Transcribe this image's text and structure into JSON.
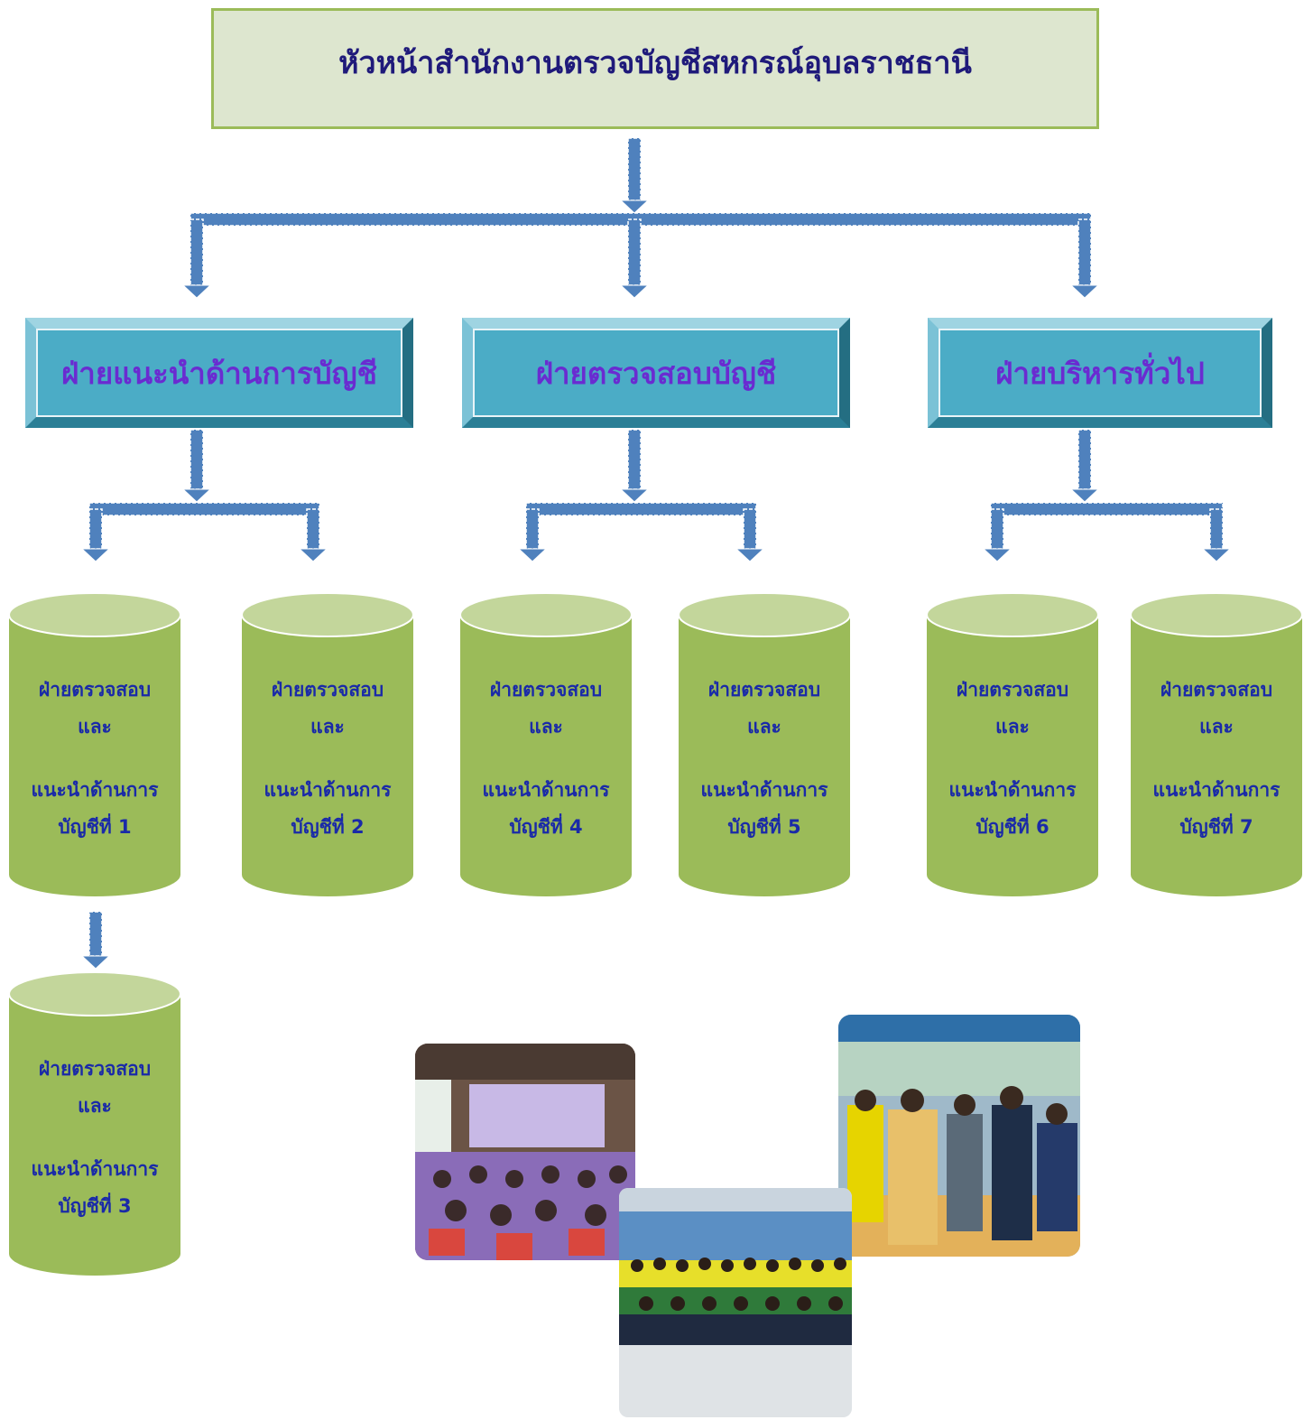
{
  "head": {
    "title": "หัวหน้าสำนักงานตรวจบัญชีสหกรณ์อุบลราชธานี"
  },
  "departments": [
    {
      "label": "ฝ่ายแนะนำด้านการบัญชี"
    },
    {
      "label": "ฝ่ายตรวจสอบบัญชี"
    },
    {
      "label": "ฝ่ายบริหารทั่วไป"
    }
  ],
  "units": [
    {
      "line1": "ฝ่ายตรวจสอบ",
      "line2": "และ",
      "line3": "แนะนำด้านการ",
      "line4": "บัญชีที่ 1"
    },
    {
      "line1": "ฝ่ายตรวจสอบ",
      "line2": "และ",
      "line3": "แนะนำด้านการ",
      "line4": "บัญชีที่ 2"
    },
    {
      "line1": "ฝ่ายตรวจสอบ",
      "line2": "และ",
      "line3": "แนะนำด้านการ",
      "line4": "บัญชีที่ 4"
    },
    {
      "line1": "ฝ่ายตรวจสอบ",
      "line2": "และ",
      "line3": "แนะนำด้านการ",
      "line4": "บัญชีที่ 5"
    },
    {
      "line1": "ฝ่ายตรวจสอบ",
      "line2": "และ",
      "line3": "แนะนำด้านการ",
      "line4": "บัญชีที่ 6"
    },
    {
      "line1": "ฝ่ายตรวจสอบ",
      "line2": "และ",
      "line3": "แนะนำด้านการ",
      "line4": "บัญชีที่ 7"
    },
    {
      "line1": "ฝ่ายตรวจสอบ",
      "line2": "และ",
      "line3": "แนะนำด้านการ",
      "line4": "บัญชีที่ 3"
    }
  ],
  "colors": {
    "head_fill": "#dde6cf",
    "head_border": "#9bbb59",
    "head_text": "#1f1a7a",
    "dept_fill": "#4bacc6",
    "dept_text": "#6a2bd1",
    "cylinder_body": "#9bbb59",
    "cylinder_top": "#c3d69b",
    "cylinder_text": "#1a2aa8",
    "connector": "#4f81bd"
  },
  "icons": {
    "connector_arrow": "arrow-down-icon"
  }
}
